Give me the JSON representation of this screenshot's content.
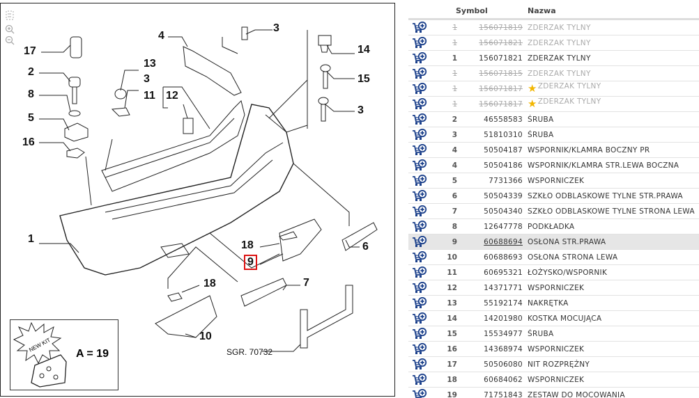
{
  "diagram": {
    "tools": [
      {
        "icon": "fit-icon"
      },
      {
        "icon": "zoom-in-icon"
      },
      {
        "icon": "zoom-out-icon"
      }
    ],
    "labels": [
      "17",
      "2",
      "8",
      "5",
      "16",
      "1",
      "13",
      "3",
      "11",
      "12",
      "4",
      "3",
      "14",
      "15",
      "3",
      "18",
      "9",
      "6",
      "7",
      "18",
      "10"
    ],
    "highlighted_label": "9",
    "kit_text": "NEW KIT",
    "kit_label": "A = 19",
    "sgr": "SGR. 70732"
  },
  "table": {
    "headers": {
      "symbol": "Symbol",
      "name": "Nazwa"
    },
    "rows": [
      {
        "pos": "1",
        "symbol": "156071819",
        "name": "ZDERZAK TYLNY",
        "obsolete": true
      },
      {
        "pos": "1",
        "symbol": "156071821",
        "name": "ZDERZAK TYLNY",
        "obsolete": true
      },
      {
        "pos": "1",
        "symbol": "156071821",
        "name": "ZDERZAK TYLNY",
        "obsolete": false
      },
      {
        "pos": "1",
        "symbol": "156071815",
        "name": "ZDERZAK TYLNY",
        "obsolete": true
      },
      {
        "pos": "1",
        "symbol": "156071817",
        "name": "ZDERZAK TYLNY",
        "obsolete": true,
        "star": true
      },
      {
        "pos": "1",
        "symbol": "156071817",
        "name": "ZDERZAK TYLNY",
        "obsolete": true,
        "star": true
      },
      {
        "pos": "2",
        "symbol": "46558583",
        "name": "ŚRUBA"
      },
      {
        "pos": "3",
        "symbol": "51810310",
        "name": "ŚRUBA"
      },
      {
        "pos": "4",
        "symbol": "50504187",
        "name": "WSPORNIK/KLAMRA BOCZNY PR"
      },
      {
        "pos": "4",
        "symbol": "50504186",
        "name": "WSPORNIK/KLAMRA STR.LEWA BOCZNA"
      },
      {
        "pos": "5",
        "symbol": "7731366",
        "name": "WSPORNICZEK"
      },
      {
        "pos": "6",
        "symbol": "50504339",
        "name": "SZKŁO ODBLASKOWE TYLNE STR.PRAWA"
      },
      {
        "pos": "7",
        "symbol": "50504340",
        "name": "SZKŁO ODBLASKOWE TYLNE STRONA LEWA"
      },
      {
        "pos": "8",
        "symbol": "12647778",
        "name": "PODKŁADKA"
      },
      {
        "pos": "9",
        "symbol": "60688694",
        "name": "OSŁONA STR.PRAWA",
        "selected": true
      },
      {
        "pos": "10",
        "symbol": "60688693",
        "name": "OSŁONA STRONA LEWA"
      },
      {
        "pos": "11",
        "symbol": "60695321",
        "name": "ŁOŻYSKO/WSPORNIK"
      },
      {
        "pos": "12",
        "symbol": "14371771",
        "name": "WSPORNICZEK"
      },
      {
        "pos": "13",
        "symbol": "55192174",
        "name": "NAKRĘTKA"
      },
      {
        "pos": "14",
        "symbol": "14201980",
        "name": "KOSTKA MOCUJĄCA"
      },
      {
        "pos": "15",
        "symbol": "15534977",
        "name": "ŚRUBA"
      },
      {
        "pos": "16",
        "symbol": "14368974",
        "name": "WSPORNICZEK"
      },
      {
        "pos": "17",
        "symbol": "50506080",
        "name": "NIT ROZPRĘŻNY"
      },
      {
        "pos": "18",
        "symbol": "60684062",
        "name": "WSPORNICZEK"
      },
      {
        "pos": "19",
        "symbol": "71751843",
        "name": "ZESTAW DO MOCOWANIA"
      }
    ]
  },
  "colors": {
    "cart": "#1a3f8a",
    "highlight": "#d11111",
    "star": "#f2b600",
    "selected_row": "#e6e6e6"
  }
}
